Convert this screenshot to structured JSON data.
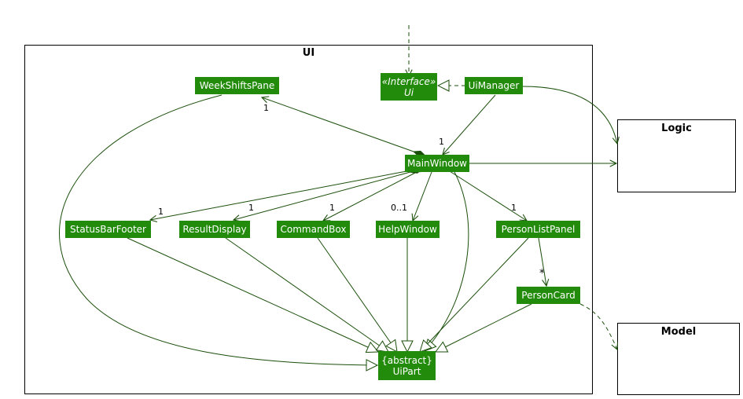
{
  "packages": {
    "ui": {
      "title": "UI"
    },
    "logic": {
      "title": "Logic"
    },
    "model": {
      "title": "Model"
    }
  },
  "classes": {
    "week_shifts_pane": "WeekShiftsPane",
    "ui_interface": {
      "stereotype": "«Interface»",
      "name": "Ui"
    },
    "ui_manager": "UiManager",
    "main_window": "MainWindow",
    "status_bar_footer": "StatusBarFooter",
    "result_display": "ResultDisplay",
    "command_box": "CommandBox",
    "help_window": "HelpWindow",
    "person_list_panel": "PersonListPanel",
    "person_card": "PersonCard",
    "ui_part": {
      "stereotype": "{abstract}",
      "name": "UiPart"
    }
  },
  "multiplicities": {
    "week_shifts_pane": "1",
    "main_window": "1",
    "status_bar_footer": "1",
    "result_display": "1",
    "command_box": "1",
    "help_window": "0..1",
    "person_list_panel": "1",
    "person_card": "*"
  },
  "colors": {
    "class_fill": "#228b0b",
    "class_text": "#ffffff",
    "edge": "#1a4f0a"
  }
}
